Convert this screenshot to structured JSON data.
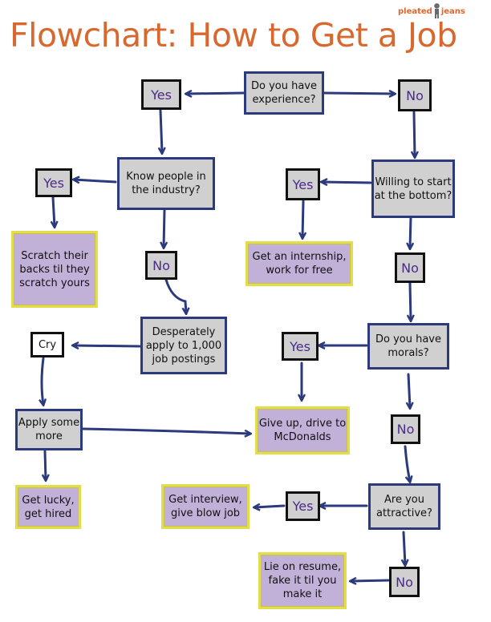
{
  "title": "Flowchart: How to Get a Job",
  "logo": {
    "left": "pleated",
    "right": "jeans"
  },
  "colors": {
    "title": "#d9682f",
    "question_border": "#2b3a7d",
    "box_fill": "#d0d0d0",
    "answer_text": "#4b2a8a",
    "outcome_fill": "#c1b0d8",
    "outcome_border": "#e4dd4a",
    "arrow": "#2b3a7d"
  },
  "nodes": {
    "q_experience": "Do you have experience?",
    "yes_experience": "Yes",
    "no_experience": "No",
    "q_know_people": "Know people in the industry?",
    "yes_know_people": "Yes",
    "no_know_people": "No",
    "scratch_backs": "Scratch their backs til they scratch yours",
    "desperately_apply": "Desperately apply to 1,000 job postings",
    "cry": "Cry",
    "apply_more": "Apply some more",
    "get_lucky": "Get lucky, get hired",
    "q_bottom": "Willing to start at the bottom?",
    "yes_bottom": "Yes",
    "no_bottom": "No",
    "internship": "Get an internship, work for free",
    "q_morals": "Do you have morals?",
    "yes_morals": "Yes",
    "no_morals": "No",
    "mcdonalds": "Give up, drive to McDonalds",
    "q_attractive": "Are you attractive?",
    "yes_attractive": "Yes",
    "no_attractive": "No",
    "interview": "Get interview, give blow job",
    "resume": "Lie on resume, fake it til you make it"
  }
}
